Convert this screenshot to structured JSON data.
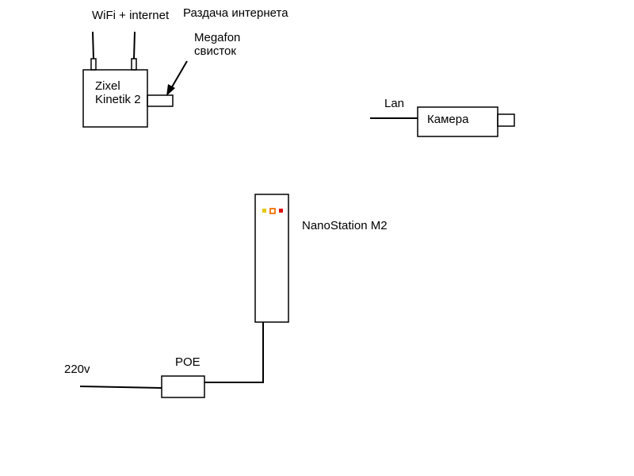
{
  "router": {
    "line1": "Zixel",
    "line2": "Kinetik 2"
  },
  "labels": {
    "wifi": "WiFi + internet",
    "internet_sharing": "Раздача интернета",
    "modem_line1": "Megafon",
    "modem_line2": "свисток",
    "lan": "Lan",
    "camera": "Камера",
    "nanostation": "NanoStation M2",
    "poe": "POE",
    "power": "220v"
  },
  "colors": {
    "line": "#000000",
    "background": "#ffffff",
    "led_yellow": "#e6c800",
    "led_orange": "#f07000",
    "led_red": "#e01010"
  }
}
